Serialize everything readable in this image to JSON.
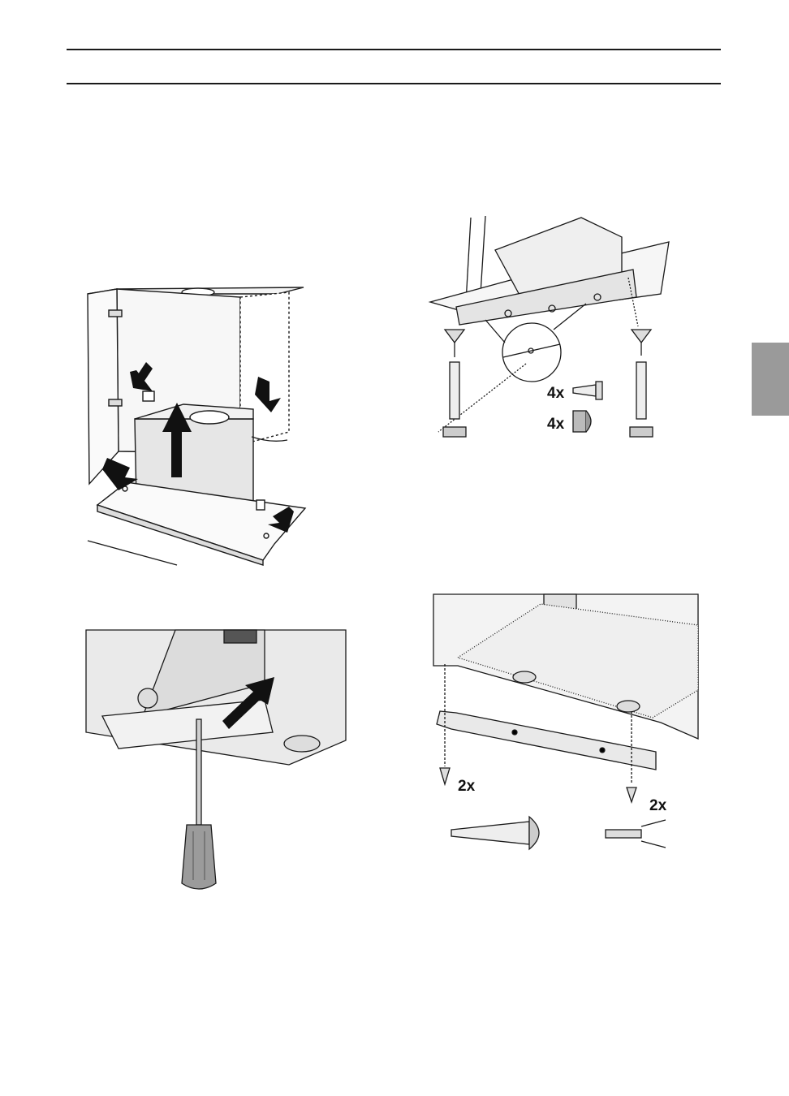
{
  "figures": {
    "step_support_plate": {
      "qty_screw": "4x",
      "qty_cap": "4x"
    },
    "step_front_rail": {
      "qty_screw_left": "2x",
      "qty_screw_right": "2x"
    }
  },
  "colors": {
    "line": "#1a1a1a",
    "tab": "#9a9a9a",
    "arrow": "#111111",
    "panel": "#e6e6e6"
  }
}
